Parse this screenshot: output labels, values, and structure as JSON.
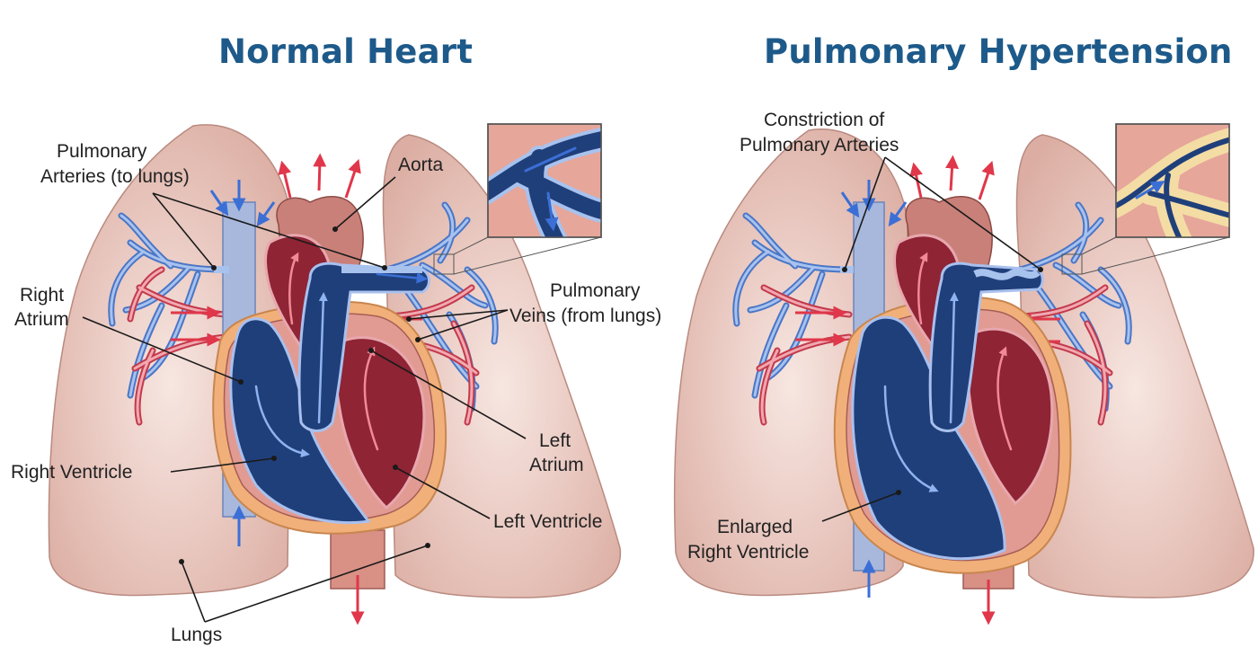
{
  "titles": {
    "left": "Normal Heart",
    "right": "Pulmonary Hypertension"
  },
  "labels_left": {
    "pulmonary_arteries_1": "Pulmonary",
    "pulmonary_arteries_2": "Arteries (to lungs)",
    "aorta": "Aorta",
    "right_atrium_1": "Right",
    "right_atrium_2": "Atrium",
    "pulmonary_veins_1": "Pulmonary",
    "pulmonary_veins_2": "Veins (from lungs)",
    "left_atrium_1": "Left",
    "left_atrium_2": "Atrium",
    "right_ventricle": "Right Ventricle",
    "left_ventricle": "Left Ventricle",
    "lungs": "Lungs"
  },
  "labels_right": {
    "constriction_1": "Constriction of",
    "constriction_2": "Pulmonary Arteries",
    "enlarged_1": "Enlarged",
    "enlarged_2": "Right Ventricle"
  },
  "colors": {
    "title": "#1d5a8a",
    "lung": "#e8c2b8",
    "lung_edge": "#b98a80",
    "pericardium": "#f1b07a",
    "deoxygenated": "#1f3f7a",
    "deoxygenated_light": "#5b86c9",
    "oxygenated": "#9e2a3a",
    "vessel_light": "#a8b8dc",
    "arrow_red": "#e0374a",
    "arrow_blue": "#3b6fd6"
  }
}
